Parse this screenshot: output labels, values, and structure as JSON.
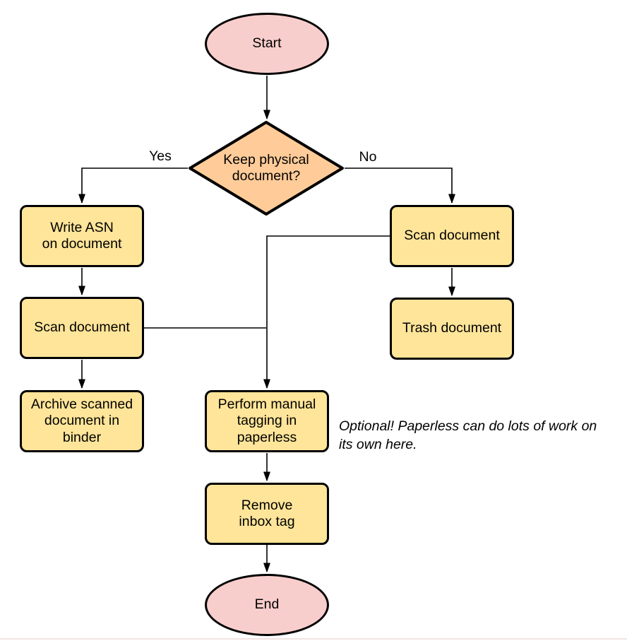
{
  "nodes": {
    "start": {
      "type": "terminator",
      "lines": [
        "Start"
      ]
    },
    "decision": {
      "type": "decision",
      "lines": [
        "Keep physical",
        "document?"
      ]
    },
    "write_asn": {
      "type": "process",
      "lines": [
        "Write ASN",
        "on document"
      ]
    },
    "scan_left": {
      "type": "process",
      "lines": [
        "Scan document"
      ]
    },
    "archive": {
      "type": "process",
      "lines": [
        "Archive scanned",
        "document in",
        "binder"
      ]
    },
    "scan_right": {
      "type": "process",
      "lines": [
        "Scan document"
      ]
    },
    "trash": {
      "type": "process",
      "lines": [
        "Trash document"
      ]
    },
    "perform_tagging": {
      "type": "process",
      "lines": [
        "Perform manual",
        "tagging in",
        "paperless"
      ]
    },
    "remove_inbox": {
      "type": "process",
      "lines": [
        "Remove",
        "inbox tag"
      ]
    },
    "end": {
      "type": "terminator",
      "lines": [
        "End"
      ]
    }
  },
  "edge_labels": {
    "yes": "Yes",
    "no": "No"
  },
  "note": {
    "lines": [
      "Optional! Paperless can do lots of work on",
      "its own here."
    ]
  },
  "colors": {
    "terminator_fill": "#F8CECC",
    "decision_fill": "#FFCC99",
    "process_fill": "#FFE599",
    "stroke": "#000000",
    "background": "#FFFFFF"
  }
}
